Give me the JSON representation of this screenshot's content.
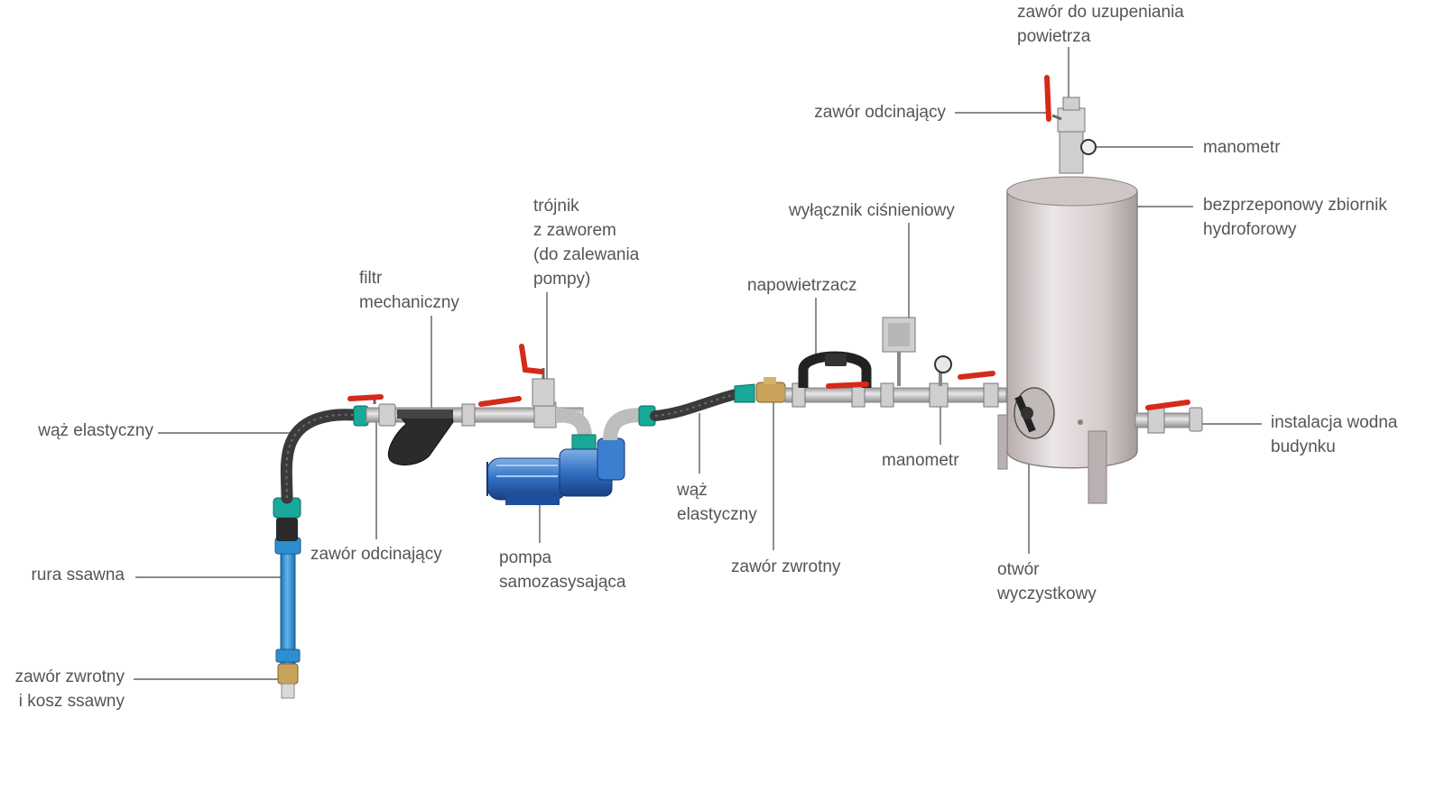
{
  "colors": {
    "text": "#555555",
    "leader": "#444444",
    "pipe": "#c9c9c9",
    "pipe_edge": "#8a8a8a",
    "suction_pipe": "#2e8fd0",
    "hose": "#3a3a3a",
    "valve_handle": "#d42a1a",
    "connector": "#1aa89a",
    "pump_motor": "#2f6fc2",
    "tank": "#d8d0d0",
    "tank_edge": "#9c9494",
    "brass": "#c9a35a",
    "black": "#222222"
  },
  "labels": {
    "zawor_uzupelniania": "zawór do uzupeniania\npowietrza",
    "zawor_odcinajacy_top": "zawór odcinający",
    "manometr_top": "manometr",
    "zbiornik": "bezprzeponowy zbiornik\nhydroforowy",
    "wylacznik": "wyłącznik ciśnieniowy",
    "trojnik": "trójnik\nz zaworem\n(do zalewania\npompy)",
    "napowietrzacz": "napowietrzacz",
    "filtr": "filtr\nmechaniczny",
    "waz_elastyczny_left": "wąż elastyczny",
    "instalacja": "instalacja wodna\nbudynku",
    "manometr_mid": "manometr",
    "waz_elastyczny_mid": "wąż\nelastyczny",
    "zawor_odcinajacy_left": "zawór odcinający",
    "pompa": "pompa\nsamozasysająca",
    "zawor_zwrotny_mid": "zawór zwrotny",
    "otwor": "otwór\nwyczystkowy",
    "rura": "rura ssawna",
    "zawor_zwrotny_kosz": "zawór zwrotny\ni kosz ssawny"
  }
}
